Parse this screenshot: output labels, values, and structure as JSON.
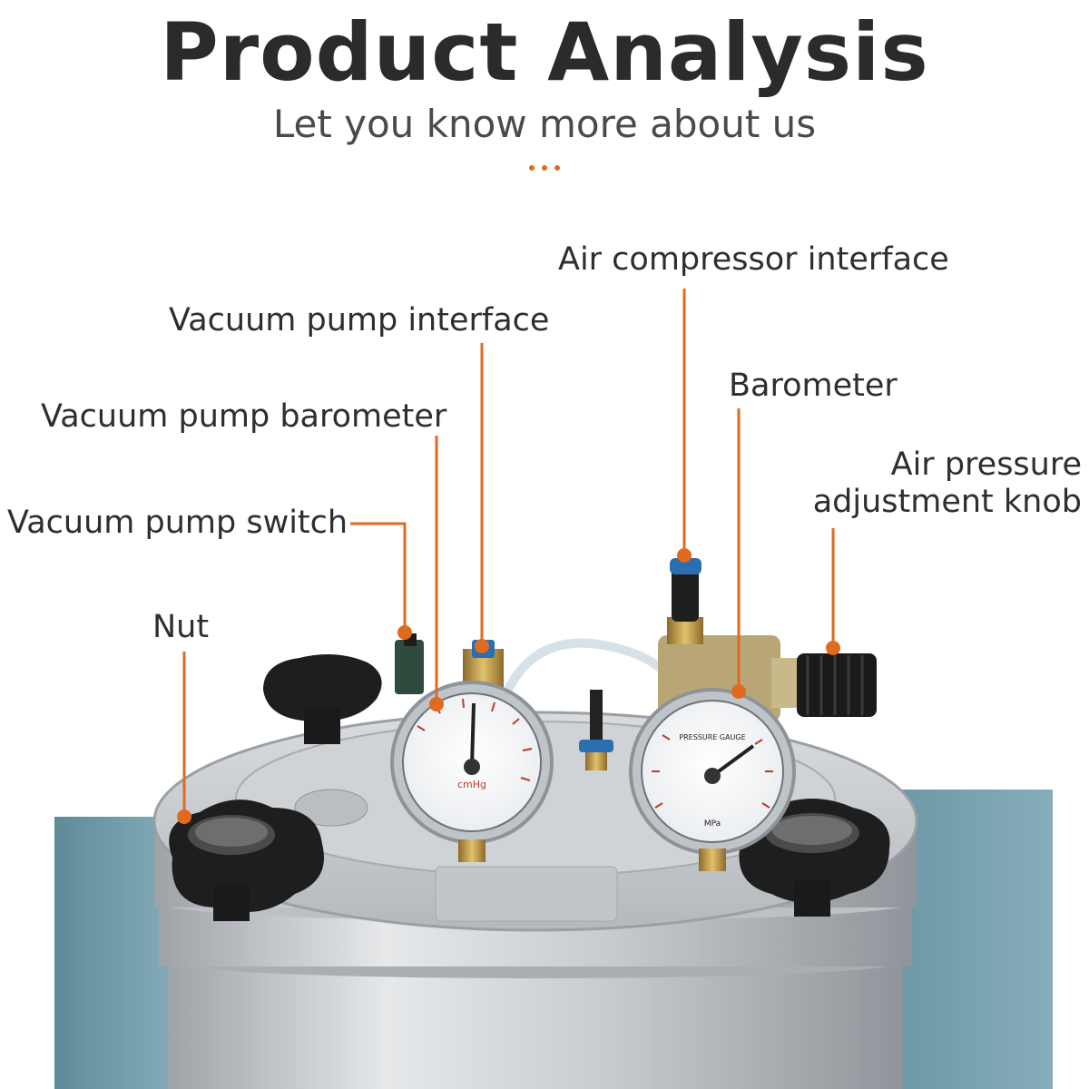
{
  "header": {
    "title": "Product Analysis",
    "subtitle": "Let you know more about us"
  },
  "callouts": {
    "air_compressor_interface": "Air compressor interface",
    "vacuum_pump_interface": "Vacuum pump interface",
    "barometer": "Barometer",
    "vacuum_pump_barometer": "Vacuum pump barometer",
    "air_pressure_line1": "Air pressure",
    "air_pressure_line2": "adjustment knob",
    "vacuum_pump_switch": "Vacuum pump switch",
    "nut": "Nut"
  },
  "gauges": {
    "left_unit": "cmHg",
    "right_title": "PRESSURE GAUGE",
    "right_unit": "MPa"
  },
  "colors": {
    "accent": "#e06a1e",
    "title": "#2b2b2b",
    "cabinet": "#6f9aa8"
  }
}
